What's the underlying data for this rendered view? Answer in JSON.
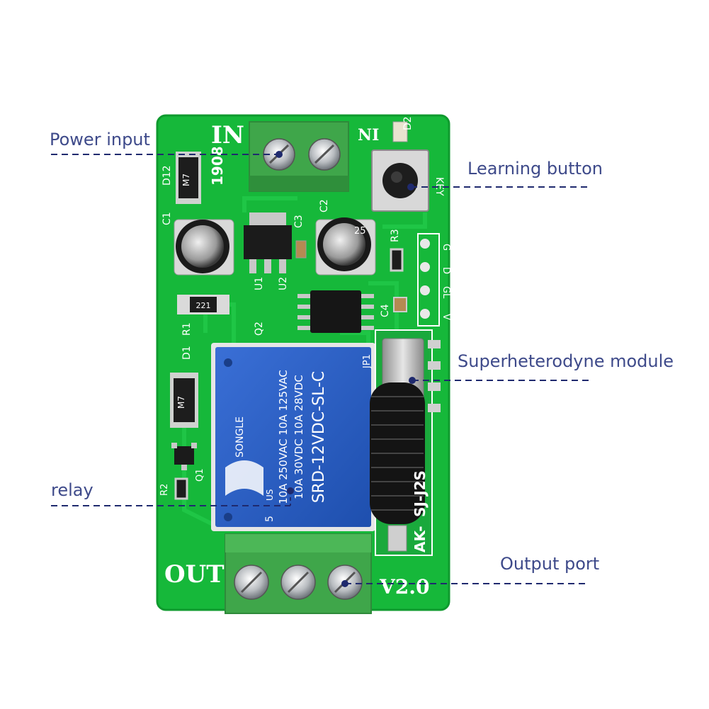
{
  "callouts": {
    "power_input": "Power input",
    "learning_button": "Learning button",
    "superheterodyne_module": "Superheterodyne module",
    "relay": "relay",
    "output_port": "Output port"
  },
  "silkscreen": {
    "in": "IN",
    "out": "OUT",
    "version": "V2.0",
    "model": "AK-",
    "model_partial": "SJ-J2S",
    "date_code": "1908",
    "key": "KEY",
    "ni": "NI",
    "pins": [
      "G",
      "D",
      "GL",
      "V"
    ],
    "refs": [
      "D12",
      "C1",
      "C2",
      "C3",
      "U1",
      "U2",
      "R1",
      "R3",
      "Q2",
      "D1",
      "D2",
      "C4",
      "JP1",
      "Q1",
      "R2"
    ],
    "diode_mark": "M7",
    "resistor_code": "221",
    "cap_mark": "25"
  },
  "relay": {
    "brand": "SONGLE",
    "rating_1": "10A 250VAC  10A 125VAC",
    "rating_2": "10A 30VDC  10A 28VDC",
    "model": "SRD-12VDC-SL-C",
    "num": "5",
    "us": "US"
  },
  "colors": {
    "pcb": "#16b83a",
    "pcb_dark": "#0c8a26",
    "terminal": "#3fa64a",
    "relay": "#2b5fc4",
    "callout_text": "#3e4a8a",
    "callout_line": "#1f2a6e"
  }
}
